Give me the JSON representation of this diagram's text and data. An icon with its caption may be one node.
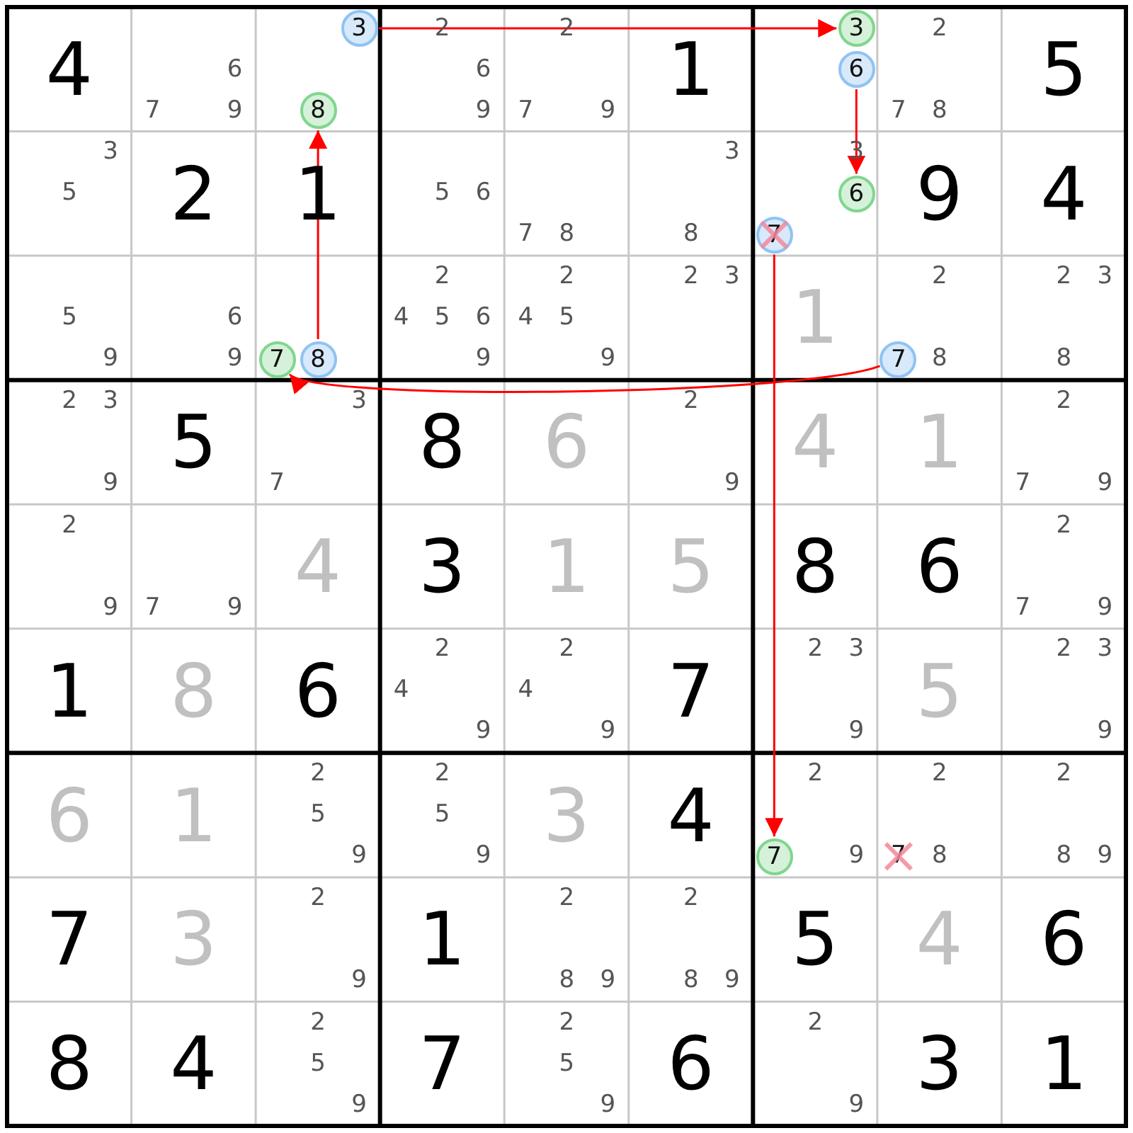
{
  "diagram": {
    "nodes": [
      {
        "text": [
          "3"
        ]
      },
      {
        "text": [
          "8"
        ]
      },
      {
        "text": [
          "3"
        ]
      },
      {
        "text": [
          "6"
        ]
      },
      {
        "text": [
          "6"
        ]
      },
      {
        "text": [
          "7"
        ]
      },
      {
        "text": [
          "7"
        ]
      },
      {
        "text": [
          "8"
        ]
      },
      {
        "text": [
          "7"
        ]
      },
      {
        "text": [
          "7"
        ]
      }
    ],
    "edges": [
      {
        "from": 0,
        "to": 2,
        "arrow": "to"
      },
      {
        "from": 3,
        "to": 4,
        "arrow": "to"
      },
      {
        "from": 5,
        "to": 9,
        "arrow": "to"
      },
      {
        "from": 7,
        "to": 1,
        "arrow": "to"
      },
      {
        "from": 8,
        "to": 6,
        "arrow": "to"
      }
    ],
    "labels": [
      "4",
      "6",
      "7",
      "9",
      "2",
      "6",
      "9",
      "2",
      "7",
      "9",
      "1",
      "2",
      "7",
      "8",
      "5",
      "3",
      "5",
      "2",
      "1",
      "5",
      "6",
      "7",
      "8",
      "3",
      "8",
      "3",
      "9",
      "4",
      "5",
      "9",
      "6",
      "9",
      "2",
      "4",
      "5",
      "6",
      "9",
      "2",
      "4",
      "5",
      "9",
      "2",
      "3",
      "1",
      "2",
      "8",
      "2",
      "3",
      "8",
      "2",
      "3",
      "9",
      "5",
      "3",
      "7",
      "8",
      "6",
      "2",
      "9",
      "4",
      "1",
      "2",
      "7",
      "9",
      "2",
      "9",
      "7",
      "9",
      "4",
      "3",
      "1",
      "5",
      "8",
      "6",
      "2",
      "7",
      "9",
      "1",
      "8",
      "6",
      "2",
      "4",
      "9",
      "2",
      "4",
      "9",
      "7",
      "2",
      "3",
      "9",
      "5",
      "2",
      "3",
      "9",
      "6",
      "1",
      "2",
      "5",
      "9",
      "2",
      "5",
      "9",
      "3",
      "4",
      "2",
      "9",
      "2",
      "7",
      "8",
      "2",
      "8",
      "9",
      "7",
      "3",
      "2",
      "9",
      "1",
      "2",
      "8",
      "9",
      "2",
      "8",
      "9",
      "5",
      "4",
      "6",
      "8",
      "4",
      "2",
      "5",
      "9",
      "7",
      "2",
      "5",
      "9",
      "6",
      "2",
      "9",
      "3",
      "1"
    ]
  }
}
